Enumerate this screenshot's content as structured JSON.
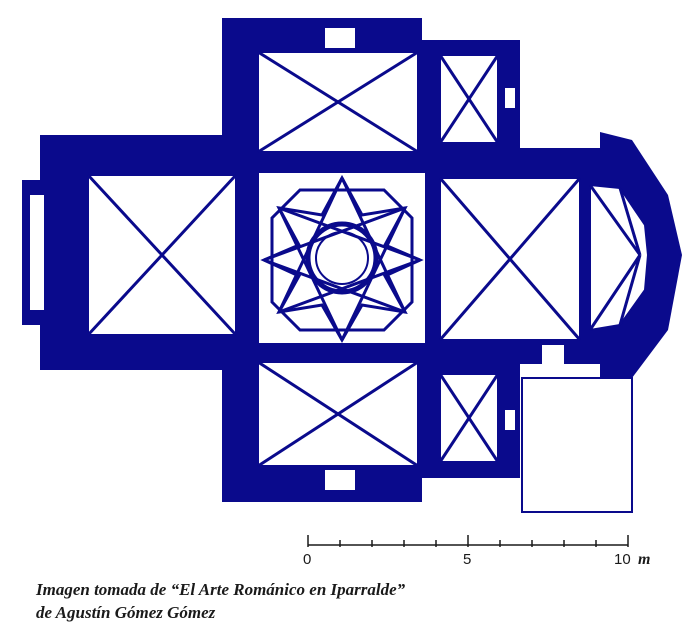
{
  "colors": {
    "wall": "#0a0a8c",
    "background": "#ffffff",
    "rib": "#0a0a8c",
    "text": "#1a1a1a"
  },
  "scale": {
    "ticks": [
      "0",
      "5",
      "10"
    ],
    "unit": "m"
  },
  "caption": {
    "line1": "Imagen tomada de “El Arte Románico en Iparralde”",
    "line2": "de Agustín Gómez Gómez"
  }
}
